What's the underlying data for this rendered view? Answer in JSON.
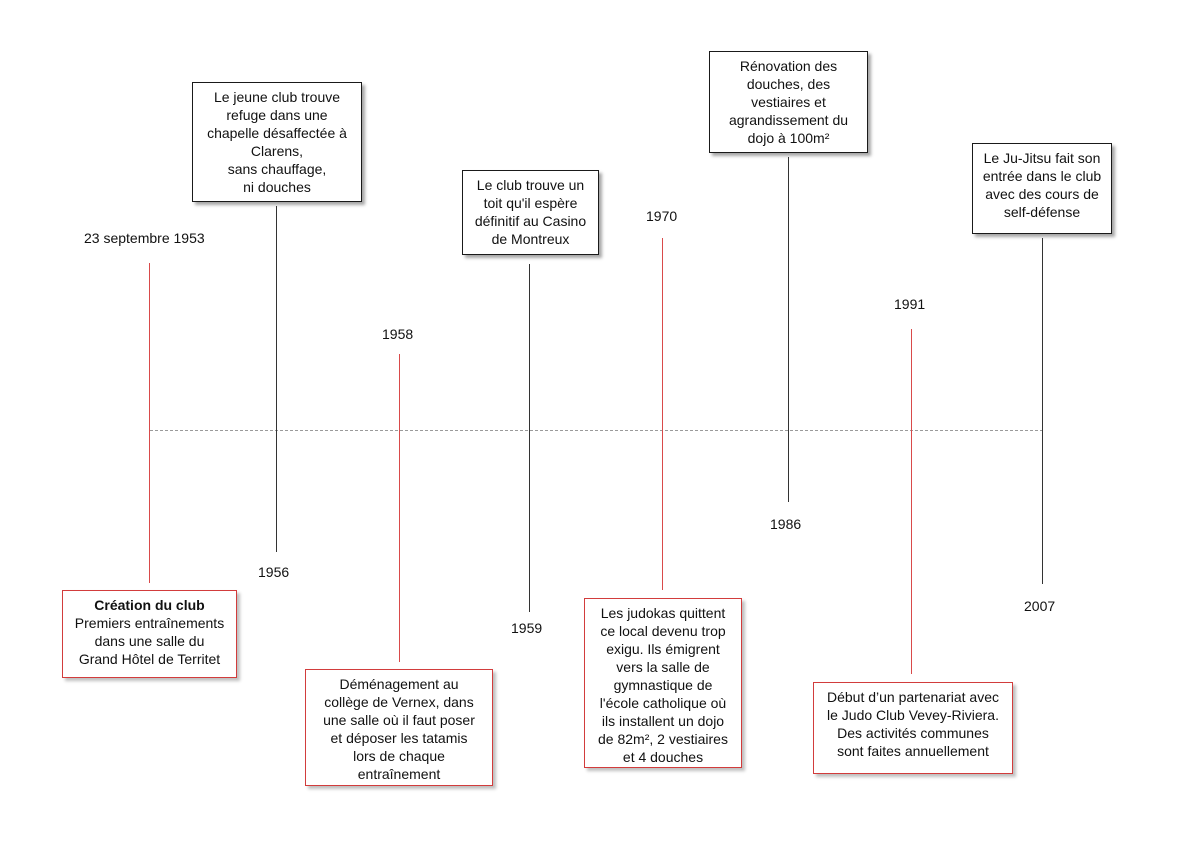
{
  "events": [
    {
      "id": "1953",
      "date": "23 septembre 1953",
      "title": "Création du club",
      "lines": [
        "Premiers entraînements",
        "dans une salle du",
        "Grand Hôtel de Territet"
      ]
    },
    {
      "id": "1956",
      "date": "1956",
      "lines": [
        "Le jeune club trouve",
        "refuge dans une",
        "chapelle désaffectée à",
        "Clarens,",
        "sans chauffage,",
        "ni douches"
      ]
    },
    {
      "id": "1958",
      "date": "1958",
      "lines": [
        "Déménagement au",
        "collège de Vernex, dans",
        "une salle où il faut poser",
        "et déposer les tatamis",
        "lors de chaque",
        "entraînement"
      ]
    },
    {
      "id": "1959",
      "date": "1959",
      "lines": [
        "Le club trouve un",
        "toit qu'il espère",
        "définitif au Casino",
        "de Montreux"
      ]
    },
    {
      "id": "1970",
      "date": "1970",
      "lines": [
        "Les judokas quittent",
        "ce local devenu trop",
        "exigu. Ils émigrent",
        "vers la salle de",
        "gymnastique de",
        "l'école catholique où",
        "ils installent un dojo",
        "de 82m², 2 vestiaires",
        "et 4 douches"
      ]
    },
    {
      "id": "1986",
      "date": "1986",
      "lines": [
        "Rénovation des",
        "douches, des",
        "vestiaires et",
        "agrandissement du",
        "dojo à 100m²"
      ]
    },
    {
      "id": "1991",
      "date": "1991",
      "lines": [
        "Début d’un partenariat avec",
        "le Judo Club Vevey-Riviera.",
        "Des activités communes",
        "sont faites annuellement"
      ]
    },
    {
      "id": "2007",
      "date": "2007",
      "lines": [
        "Le Ju-Jitsu fait son",
        "entrée dans le club",
        "avec des cours de",
        "self-défense"
      ]
    }
  ]
}
